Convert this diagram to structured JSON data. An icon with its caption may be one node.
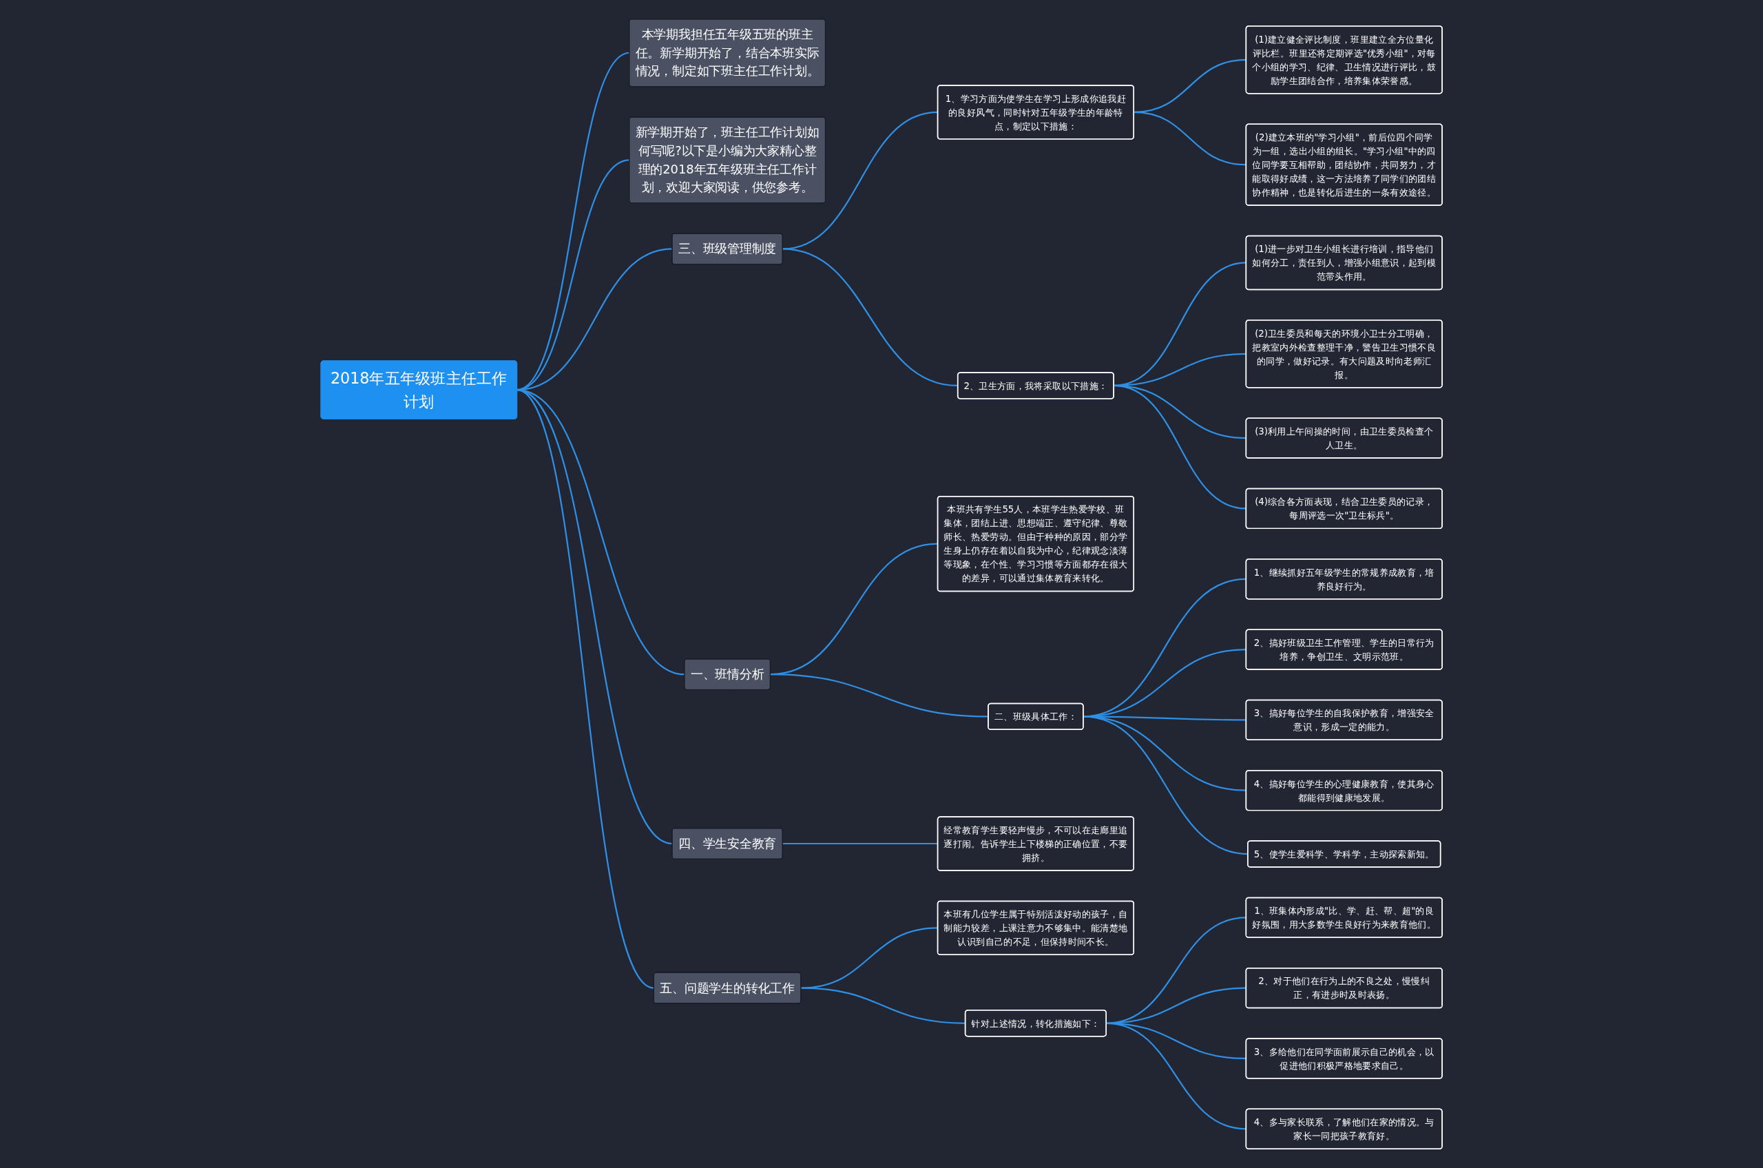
{
  "diagram": {
    "nodes": [
      {
        "text": [
          "2018年五年级班主任工作计划"
        ]
      },
      {
        "text": [
          "本学期我担任五年级五班的班主任。新学期开始了，结合本班实际情况，制定如下班主任工作计划。"
        ]
      },
      {
        "text": [
          "新学期开始了，班主任工作计划如何写呢?以下是小编为大家精心整理的2018年五年级班主任工作计划，欢迎大家阅读，供您参考。"
        ]
      },
      {
        "text": [
          "三、班级管理制度"
        ]
      },
      {
        "text": [
          "1、学习方面为使学生在学习上形成你追我赶的良好风气，同时针对五年级学生的年龄特点，制定以下措施："
        ]
      },
      {
        "text": [
          "(1)建立健全评比制度，班里建立全方位量化评比栏。班里还将定期评选\"优秀小组\"，对每个小组的学习、纪律、卫生情况进行评比，鼓励学生团结合作，培养集体荣誉感。"
        ]
      },
      {
        "text": [
          "(2)建立本班的\"学习小组\"，前后位四个同学为一组，选出小组的组长。\"学习小组\"中的四位同学要互相帮助，团结协作，共同努力，才能取得好成绩，这一方法培养了同学们的团结协作精神，也是转化后进生的一条有效途径。"
        ]
      },
      {
        "text": [
          "2、卫生方面，我将采取以下措施："
        ]
      },
      {
        "text": [
          "(1)进一步对卫生小组长进行培训，指导他们如何分工，责任到人，增强小组意识，起到模范带头作用。"
        ]
      },
      {
        "text": [
          "(2)卫生委员和每天的环境小卫士分工明确，把教室内外检查整理干净，警告卫生习惯不良的同学，做好记录。有大问题及时向老师汇报。"
        ]
      },
      {
        "text": [
          "(3)利用上午间操的时间，由卫生委员检查个人卫生。"
        ]
      },
      {
        "text": [
          "(4)综合各方面表现，结合卫生委员的记录，每周评选一次\"卫生标兵\"。"
        ]
      },
      {
        "text": [
          "一、班情分析"
        ]
      },
      {
        "text": [
          "本班共有学生55人，本班学生热爱学校、班集体，团结上进、思想端正、遵守纪律、尊敬师长、热爱劳动。但由于种种的原因，部分学生身上仍存在着以自我为中心，纪律观念淡薄等现象，在个性、学习习惯等方面都存在很大的差异，可以通过集体教育来转化。"
        ]
      },
      {
        "text": [
          "二、班级具体工作："
        ]
      },
      {
        "text": [
          "1、继续抓好五年级学生的常规养成教育，培养良好行为。"
        ]
      },
      {
        "text": [
          "2、搞好班级卫生工作管理、学生的日常行为培养，争创卫生、文明示范班。"
        ]
      },
      {
        "text": [
          "3、搞好每位学生的自我保护教育，增强安全意识，形成一定的能力。"
        ]
      },
      {
        "text": [
          "4、搞好每位学生的心理健康教育，使其身心都能得到健康地发展。"
        ]
      },
      {
        "text": [
          "5、使学生爱科学、学科学，主动探索新知。"
        ]
      },
      {
        "text": [
          "四、学生安全教育"
        ]
      },
      {
        "text": [
          "经常教育学生要轻声慢步，不可以在走廊里追逐打闹。告诉学生上下楼梯的正确位置，不要拥挤。"
        ]
      },
      {
        "text": [
          "五、问题学生的转化工作"
        ]
      },
      {
        "text": [
          "本班有几位学生属于特别活泼好动的孩子，自制能力较差，上课注意力不够集中。能清楚地认识到自己的不足，但保持时间不长。"
        ]
      },
      {
        "text": [
          "针对上述情况，转化措施如下："
        ]
      },
      {
        "text": [
          "1、班集体内形成\"比、学、赶、帮、超\"的良好氛围，用大多数学生良好行为来教育他们。"
        ]
      },
      {
        "text": [
          "2、对于他们在行为上的不良之处，慢慢纠正，有进步时及时表扬。"
        ]
      },
      {
        "text": [
          "3、多给他们在同学面前展示自己的机会，以促进他们积极严格地要求自己。"
        ]
      },
      {
        "text": [
          "4、多与家长联系，了解他们在家的情况。与家长一同把孩子教育好。"
        ]
      }
    ],
    "edges": [
      {
        "from": 0,
        "to": 1,
        "arrow": "none"
      },
      {
        "from": 0,
        "to": 2,
        "arrow": "none"
      },
      {
        "from": 0,
        "to": 3,
        "arrow": "none"
      },
      {
        "from": 3,
        "to": 4,
        "arrow": "none"
      },
      {
        "from": 4,
        "to": 5,
        "arrow": "none"
      },
      {
        "from": 4,
        "to": 6,
        "arrow": "none"
      },
      {
        "from": 3,
        "to": 7,
        "arrow": "none"
      },
      {
        "from": 7,
        "to": 8,
        "arrow": "none"
      },
      {
        "from": 7,
        "to": 9,
        "arrow": "none"
      },
      {
        "from": 7,
        "to": 10,
        "arrow": "none"
      },
      {
        "from": 7,
        "to": 11,
        "arrow": "none"
      },
      {
        "from": 0,
        "to": 12,
        "arrow": "none"
      },
      {
        "from": 12,
        "to": 13,
        "arrow": "none"
      },
      {
        "from": 12,
        "to": 14,
        "arrow": "none"
      },
      {
        "from": 14,
        "to": 15,
        "arrow": "none"
      },
      {
        "from": 14,
        "to": 16,
        "arrow": "none"
      },
      {
        "from": 14,
        "to": 17,
        "arrow": "none"
      },
      {
        "from": 14,
        "to": 18,
        "arrow": "none"
      },
      {
        "from": 14,
        "to": 19,
        "arrow": "none"
      },
      {
        "from": 0,
        "to": 20,
        "arrow": "none"
      },
      {
        "from": 20,
        "to": 21,
        "arrow": "none"
      },
      {
        "from": 0,
        "to": 22,
        "arrow": "none"
      },
      {
        "from": 22,
        "to": 23,
        "arrow": "none"
      },
      {
        "from": 22,
        "to": 24,
        "arrow": "none"
      },
      {
        "from": 24,
        "to": 25,
        "arrow": "none"
      },
      {
        "from": 24,
        "to": 26,
        "arrow": "none"
      },
      {
        "from": 24,
        "to": 27,
        "arrow": "none"
      },
      {
        "from": 24,
        "to": 28,
        "arrow": "none"
      }
    ]
  }
}
